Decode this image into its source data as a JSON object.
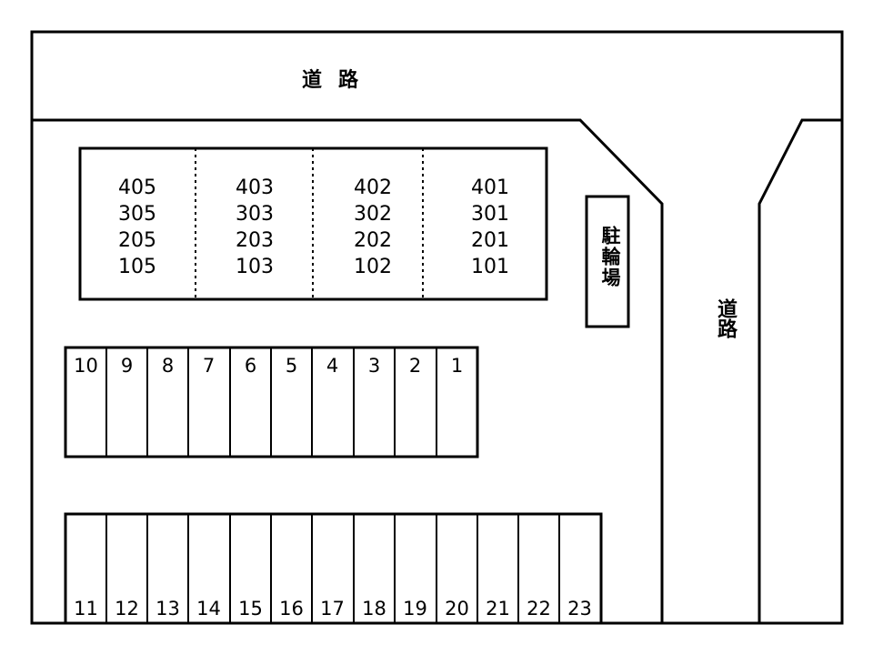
{
  "roads": {
    "top_label": "道路",
    "right_label": "道路"
  },
  "bicycle_parking": {
    "label": "駐輪場"
  },
  "building": {
    "columns": [
      [
        "405",
        "305",
        "205",
        "105"
      ],
      [
        "403",
        "303",
        "203",
        "103"
      ],
      [
        "402",
        "302",
        "202",
        "102"
      ],
      [
        "401",
        "301",
        "201",
        "101"
      ]
    ]
  },
  "parking_rows": {
    "upper": [
      "10",
      "9",
      "8",
      "7",
      "6",
      "5",
      "4",
      "3",
      "2",
      "1"
    ],
    "lower": [
      "11",
      "12",
      "13",
      "14",
      "15",
      "16",
      "17",
      "18",
      "19",
      "20",
      "21",
      "22",
      "23"
    ]
  },
  "colors": {
    "line": "#000000",
    "background": "#ffffff"
  }
}
